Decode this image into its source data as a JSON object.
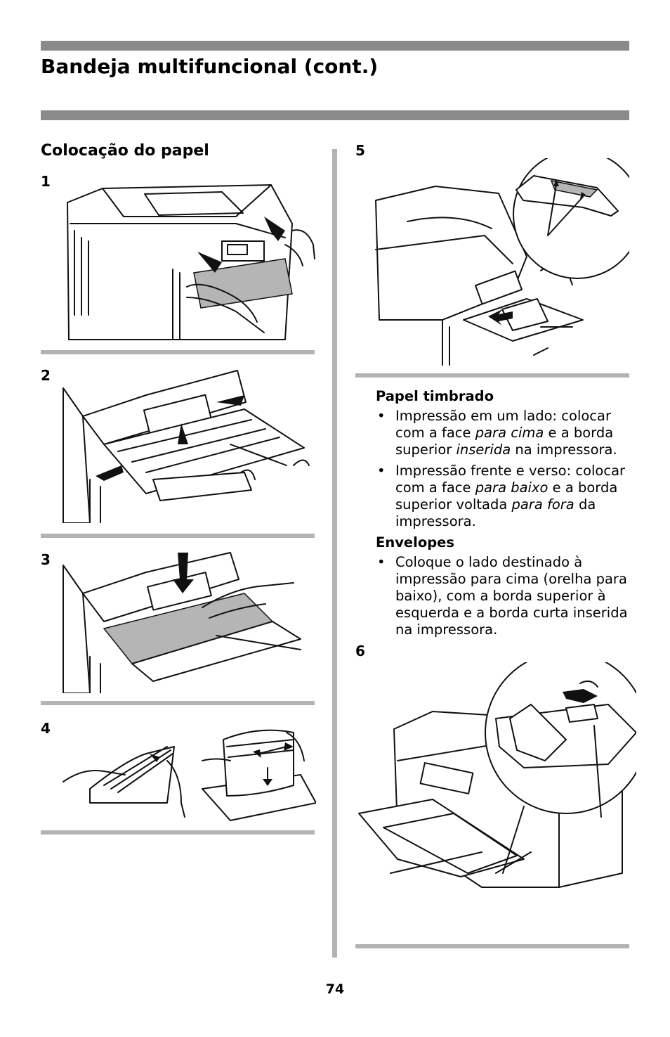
{
  "header": {
    "title": "Bandeja multifuncional (cont.)"
  },
  "section": {
    "title": "Colocação do papel"
  },
  "steps": {
    "s1": "1",
    "s2": "2",
    "s3": "3",
    "s4": "4",
    "s5": "5",
    "s6": "6"
  },
  "letterhead": {
    "heading": "Papel timbrado",
    "bullet1": {
      "a": "Impressão em um lado: colocar com a face ",
      "b": "para cima",
      "c": " e a borda superior ",
      "d": "inserida",
      "e": " na impressora."
    },
    "bullet2": {
      "a": "Impressão frente e verso: colocar com a face ",
      "b": "para baixo",
      "c": " e a borda superior voltada ",
      "d": "para fora",
      "e": " da impressora."
    }
  },
  "envelopes": {
    "heading": "Envelopes",
    "bullet1": "Coloque o lado destinado à impressão para cima (orelha para baixo), com a borda superior à esquerda e a borda curta inserida na impressora."
  },
  "footer": {
    "page_number": "74"
  }
}
